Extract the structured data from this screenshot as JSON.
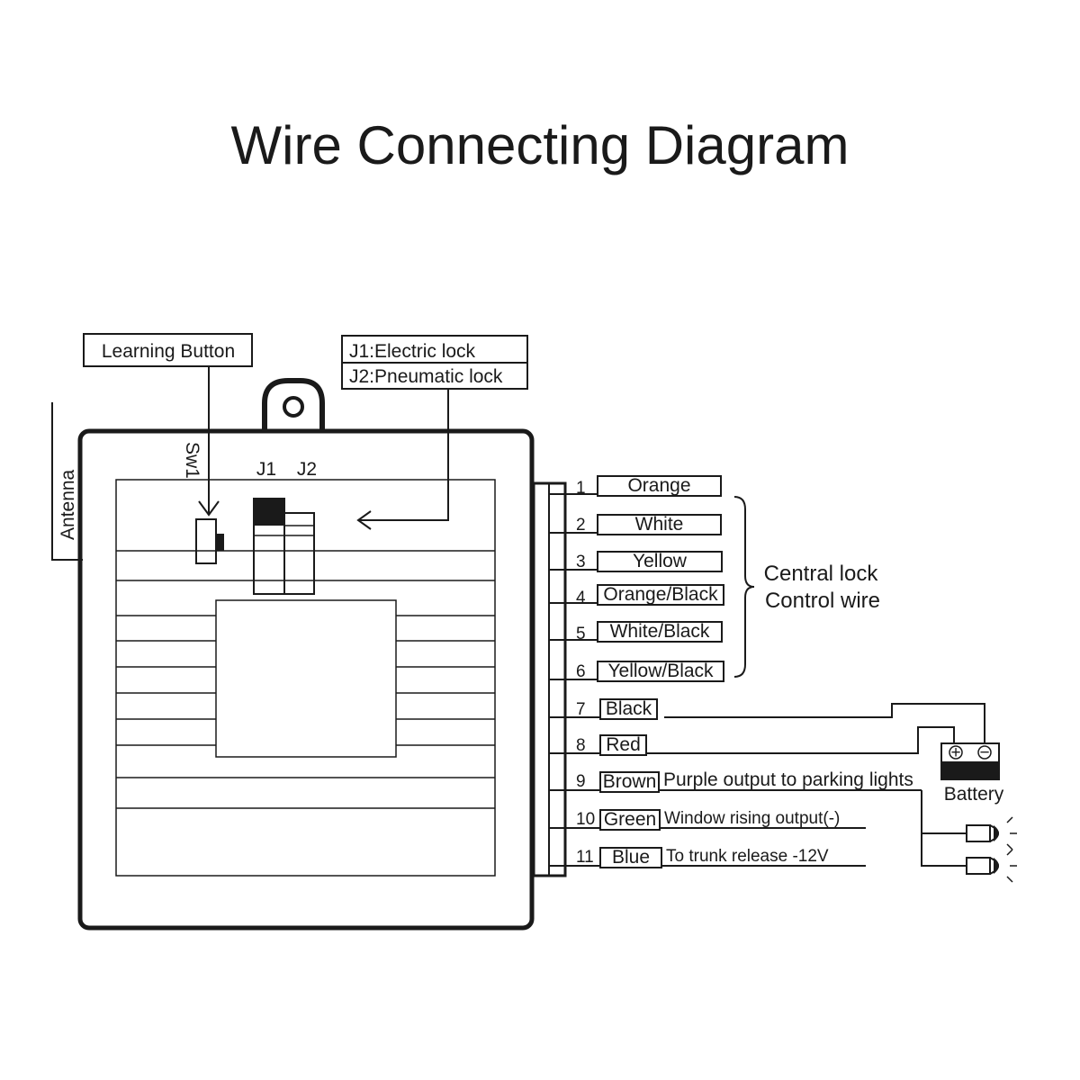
{
  "title": "Wire Connecting Diagram",
  "callouts": {
    "learning_button": "Learning Button",
    "j1": "J1:Electric lock",
    "j2": "J2:Pneumatic lock"
  },
  "board": {
    "antenna": "Antenna",
    "sw1": "Sw1",
    "j1": "J1",
    "j2": "J2"
  },
  "wires": [
    {
      "num": "1",
      "color": "Orange",
      "desc": ""
    },
    {
      "num": "2",
      "color": "White",
      "desc": ""
    },
    {
      "num": "3",
      "color": "Yellow",
      "desc": ""
    },
    {
      "num": "4",
      "color": "Orange/Black",
      "desc": ""
    },
    {
      "num": "5",
      "color": "White/Black",
      "desc": ""
    },
    {
      "num": "6",
      "color": "Yellow/Black",
      "desc": ""
    },
    {
      "num": "7",
      "color": "Black",
      "desc": ""
    },
    {
      "num": "8",
      "color": "Red",
      "desc": ""
    },
    {
      "num": "9",
      "color": "Brown",
      "desc": "Purple output to parking lights"
    },
    {
      "num": "10",
      "color": "Green",
      "desc": "Window rising output(-)"
    },
    {
      "num": "11",
      "color": "Blue",
      "desc": "To trunk release -12V"
    }
  ],
  "central_lock": {
    "line1": "Central lock",
    "line2": "Control wire"
  },
  "battery": {
    "label": "Battery",
    "plus": "+",
    "minus": "−"
  }
}
